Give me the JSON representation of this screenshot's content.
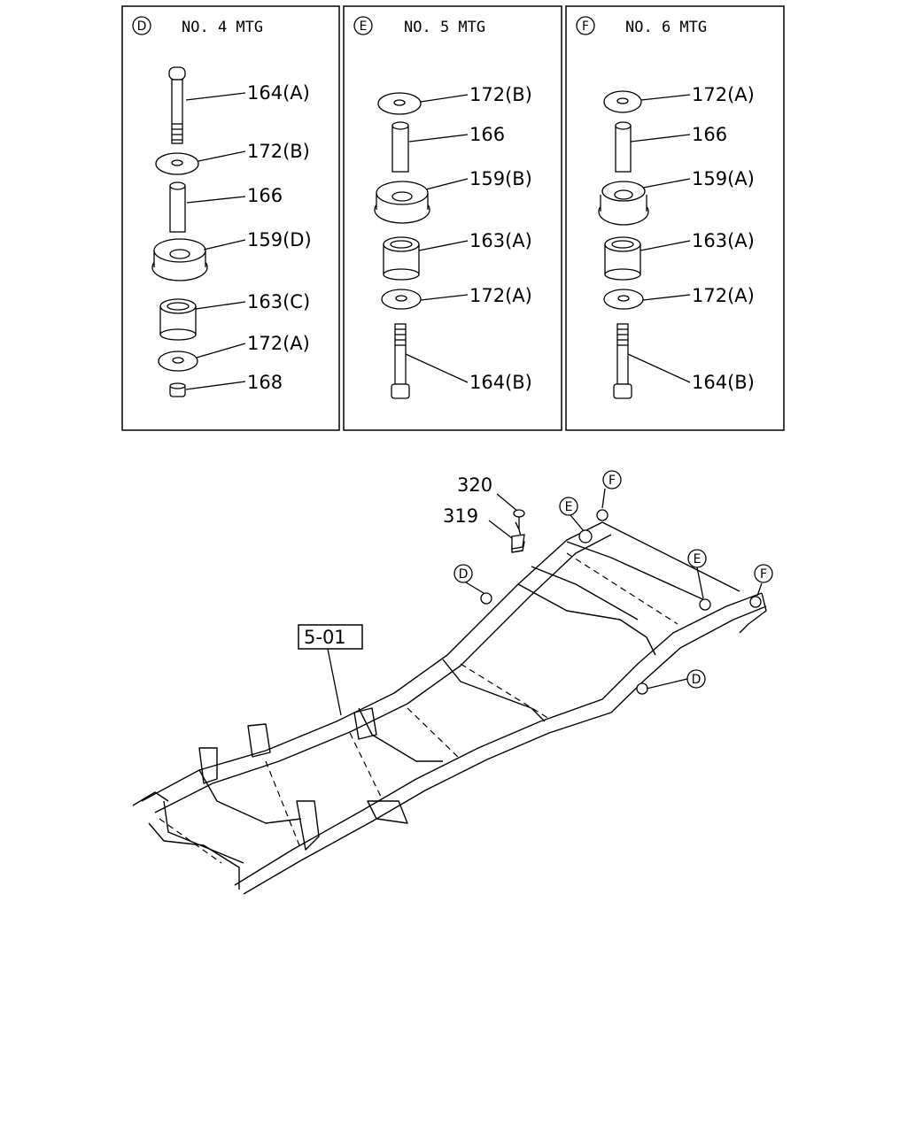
{
  "panels": [
    {
      "mark": "D",
      "title": "NO. 4  MTG",
      "labels": [
        "164(A)",
        "172(B)",
        "166",
        "159(D)",
        "163(C)",
        "172(A)",
        "168"
      ]
    },
    {
      "mark": "E",
      "title": "NO. 5  MTG",
      "labels": [
        "172(B)",
        "166",
        "159(B)",
        "163(A)",
        "172(A)",
        "164(B)"
      ]
    },
    {
      "mark": "F",
      "title": "NO. 6  MTG",
      "labels": [
        "172(A)",
        "166",
        "159(A)",
        "163(A)",
        "172(A)",
        "164(B)"
      ]
    }
  ],
  "frame": {
    "callouts": [
      "320",
      "319"
    ],
    "ref_box": "5-01",
    "markers": [
      "F",
      "E",
      "D",
      "E",
      "F",
      "D"
    ]
  }
}
